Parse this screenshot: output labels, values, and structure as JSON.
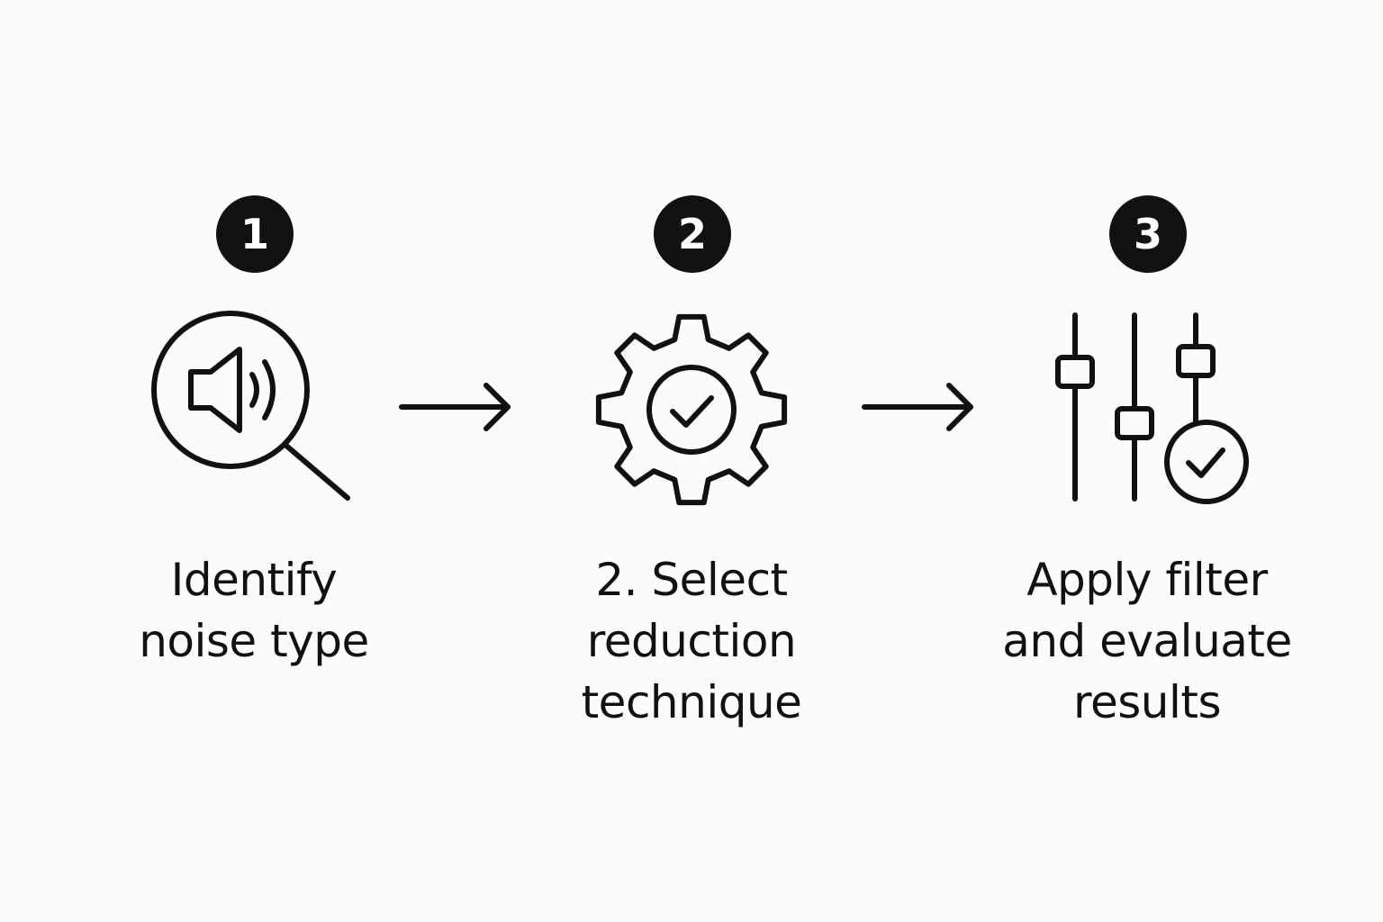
{
  "steps": [
    {
      "number": "1",
      "icon": "speaker-search-icon",
      "label_lines": [
        "Identify",
        "noise type"
      ]
    },
    {
      "number": "2",
      "icon": "gear-check-icon",
      "label_lines": [
        "2. Select",
        "reduction",
        "technique"
      ]
    },
    {
      "number": "3",
      "icon": "sliders-check-icon",
      "label_lines": [
        "Apply filter",
        "and evaluate",
        "results"
      ]
    }
  ],
  "connectors": [
    "arrow-right-icon",
    "arrow-right-icon"
  ],
  "colors": {
    "background": "#fcfcfb",
    "ink": "#111111",
    "badge_text": "#ffffff"
  }
}
